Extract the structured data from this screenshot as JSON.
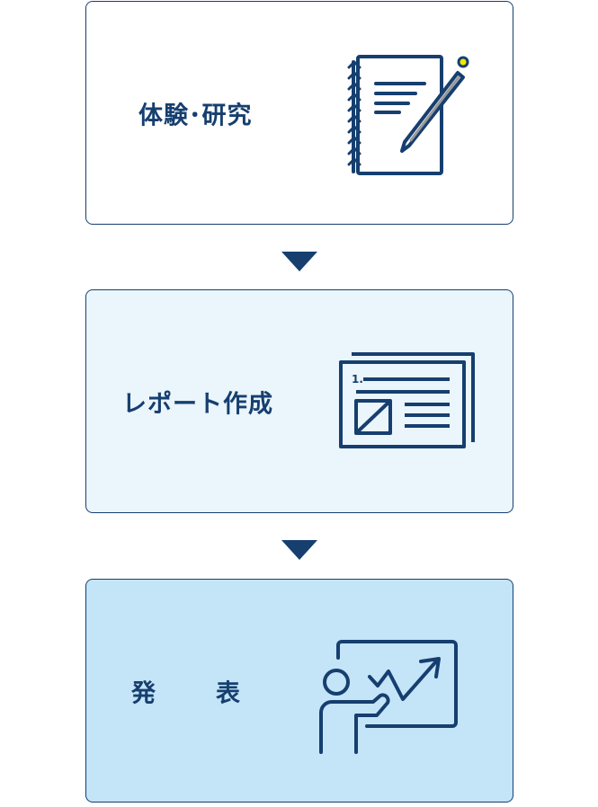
{
  "steps": [
    {
      "label": "体験･研究",
      "icon": "notebook-pencil-icon"
    },
    {
      "label": "レポート作成",
      "icon": "report-document-icon"
    },
    {
      "label": "発　表",
      "icon": "presentation-chart-icon"
    }
  ],
  "colors": {
    "navy": "#163f6f",
    "step2_bg": "#eaf5fc",
    "step3_bg": "#c4e4f8",
    "pen_dot": "#f2e600"
  }
}
